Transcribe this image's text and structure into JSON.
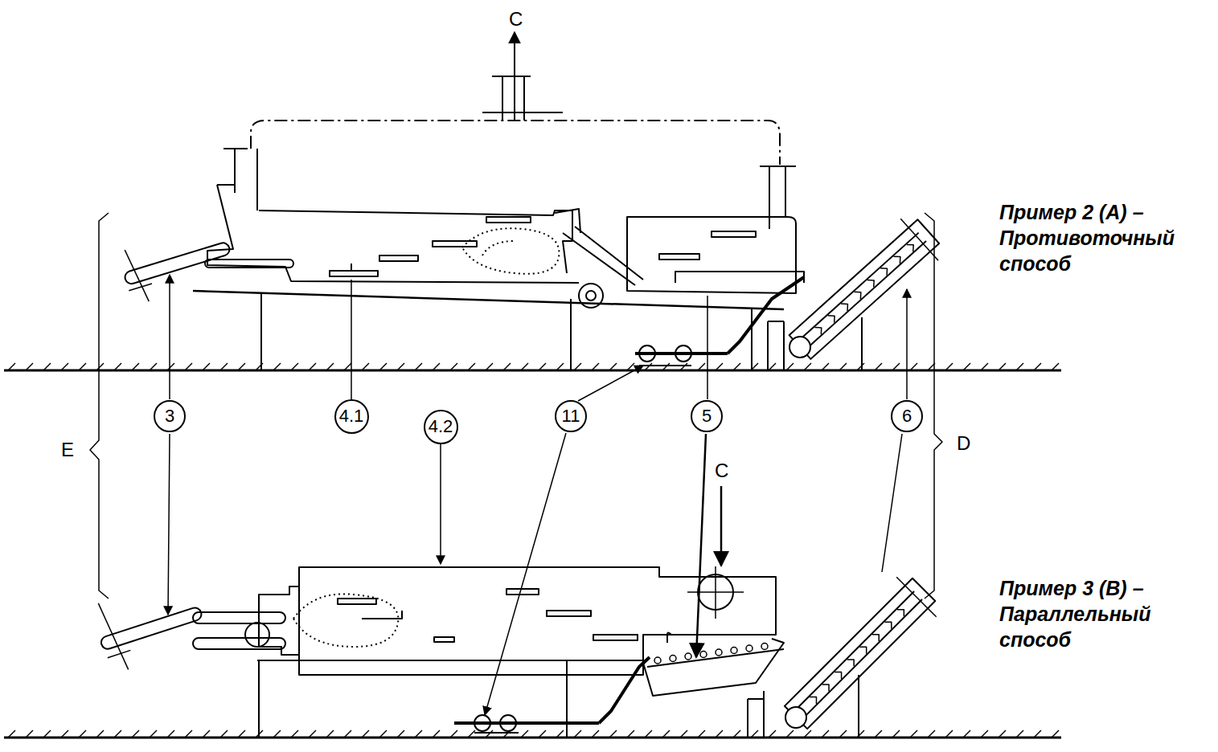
{
  "diagram": {
    "nodes": [
      {
        "text": [
          "3"
        ]
      },
      {
        "text": [
          "4.1"
        ]
      },
      {
        "text": [
          "4.2"
        ]
      },
      {
        "text": [
          "11"
        ]
      },
      {
        "text": [
          "5"
        ]
      },
      {
        "text": [
          "6"
        ]
      }
    ],
    "labels": [
      "C",
      "C",
      "E",
      "D",
      "Пример 2 (A) – Противоточный способ",
      "Пример 3 (B) – Параллельный способ"
    ]
  }
}
